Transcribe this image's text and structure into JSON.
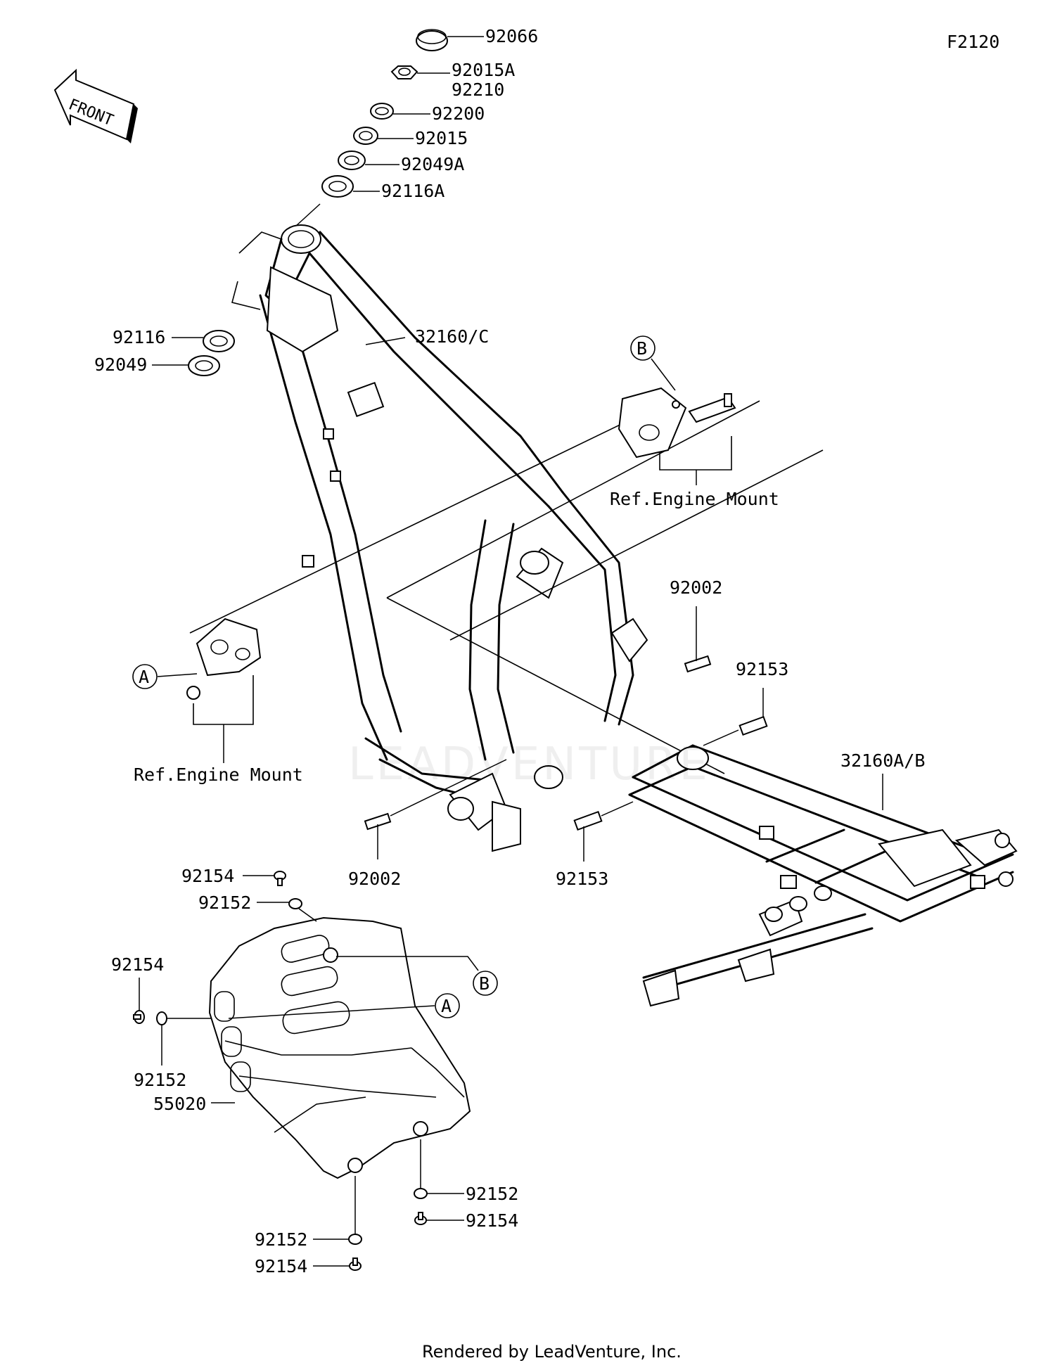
{
  "diagram_code": "F2120",
  "front_label": "FRONT",
  "ref_label": "Ref.Engine Mount",
  "callouts": {
    "a": "A",
    "b": "B"
  },
  "watermark": "LEADVENTURE",
  "footer": "Rendered by LeadVenture, Inc.",
  "parts": {
    "p92066": "92066",
    "p92015A": "92015A",
    "p92210": "92210",
    "p92200": "92200",
    "p92015": "92015",
    "p92049A": "92049A",
    "p92116A": "92116A",
    "p92116": "92116",
    "p92049": "92049",
    "p32160C": "32160/C",
    "p32160AB": "32160A/B",
    "p92002": "92002",
    "p92153": "92153",
    "p92154": "92154",
    "p92152": "92152",
    "p55020": "55020"
  }
}
